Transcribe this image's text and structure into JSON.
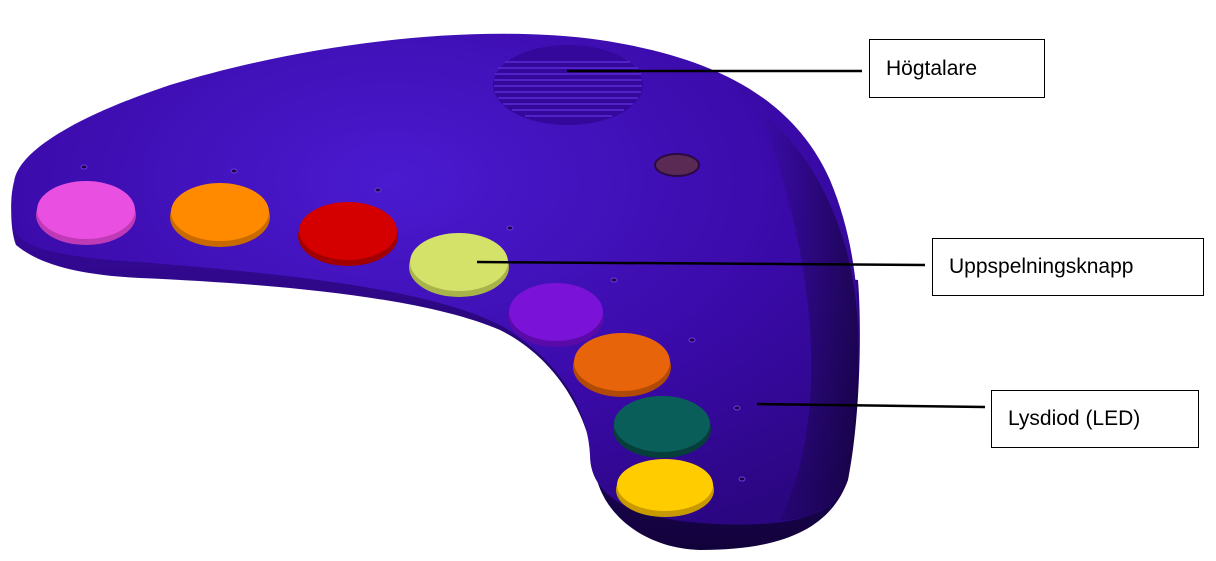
{
  "diagram": {
    "device_color": "#3a0aa8",
    "callouts": {
      "speaker": "Högtalare",
      "play_button": "Uppspelningsknapp",
      "led": "Lysdiod (LED)"
    },
    "buttons": [
      {
        "name": "pink",
        "color": "#e94fe0"
      },
      {
        "name": "orange",
        "color": "#ff8a00"
      },
      {
        "name": "red",
        "color": "#d40000"
      },
      {
        "name": "lime",
        "color": "#d5e26a"
      },
      {
        "name": "purple",
        "color": "#7a12d8"
      },
      {
        "name": "dark-orange",
        "color": "#e8640a"
      },
      {
        "name": "teal",
        "color": "#0a5e5a"
      },
      {
        "name": "yellow",
        "color": "#ffcc00"
      }
    ]
  }
}
